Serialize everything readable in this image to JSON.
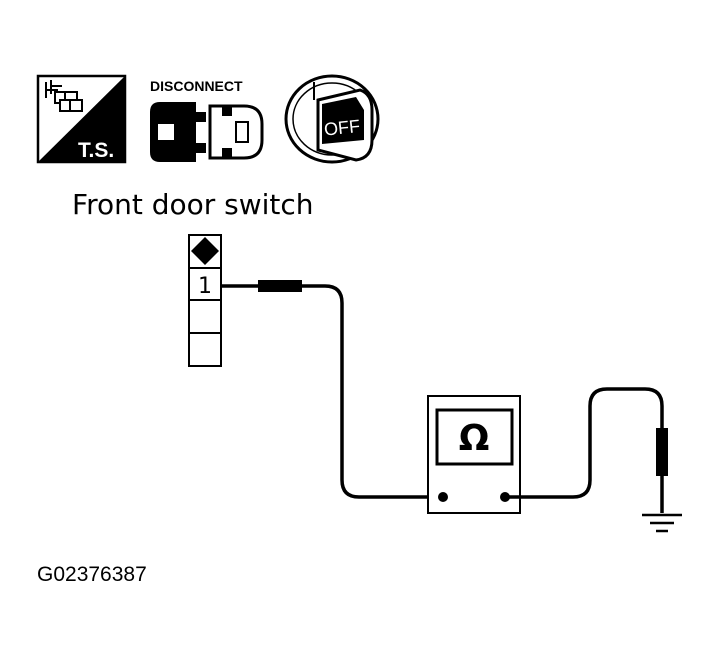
{
  "icons": {
    "ts_label": "T.S.",
    "disconnect_label": "DISCONNECT",
    "key_label": "OFF"
  },
  "diagram": {
    "connector_title": "Front door switch",
    "terminal_number": "1",
    "meter_symbol": "Ω"
  },
  "figure_code": "G02376387"
}
